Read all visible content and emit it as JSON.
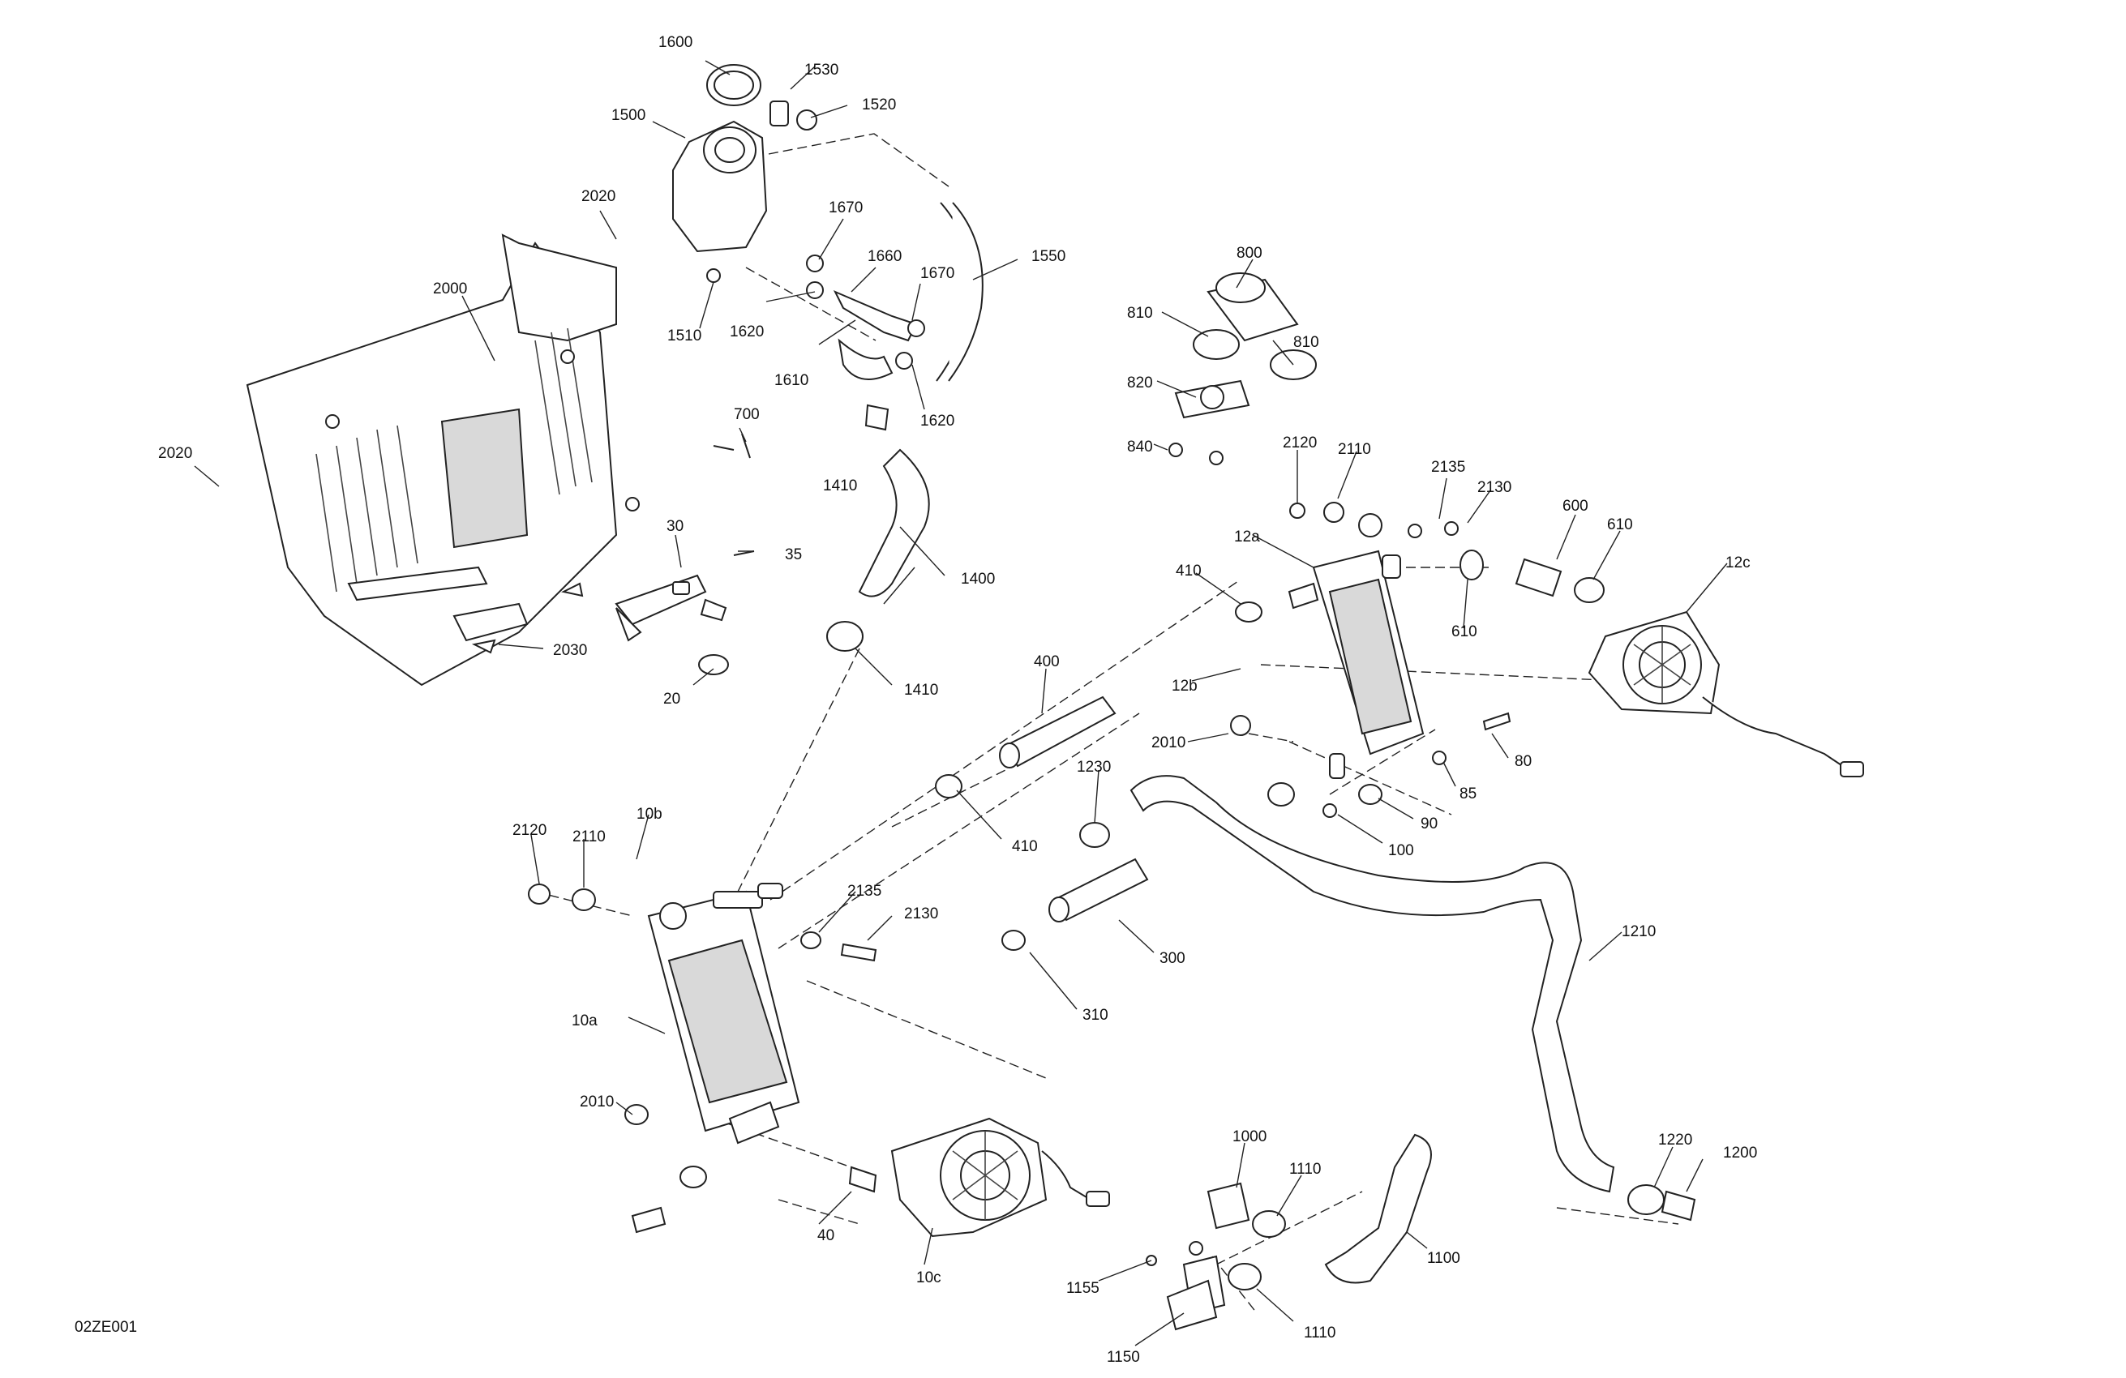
{
  "diagram": {
    "code": "02ZE001",
    "labels": [
      {
        "id": "1600",
        "text": "1600"
      },
      {
        "id": "1530",
        "text": "1530"
      },
      {
        "id": "1520",
        "text": "1520"
      },
      {
        "id": "1500",
        "text": "1500"
      },
      {
        "id": "2020a",
        "text": "2020"
      },
      {
        "id": "1670a",
        "text": "1670"
      },
      {
        "id": "1660",
        "text": "1660"
      },
      {
        "id": "1550",
        "text": "1550"
      },
      {
        "id": "1670b",
        "text": "1670"
      },
      {
        "id": "2000",
        "text": "2000"
      },
      {
        "id": "1510",
        "text": "1510"
      },
      {
        "id": "1620a",
        "text": "1620"
      },
      {
        "id": "800",
        "text": "800"
      },
      {
        "id": "810a",
        "text": "810"
      },
      {
        "id": "810b",
        "text": "810"
      },
      {
        "id": "1610",
        "text": "1610"
      },
      {
        "id": "1620b",
        "text": "1620"
      },
      {
        "id": "820",
        "text": "820"
      },
      {
        "id": "700",
        "text": "700"
      },
      {
        "id": "2020b",
        "text": "2020"
      },
      {
        "id": "840",
        "text": "840"
      },
      {
        "id": "2120a",
        "text": "2120"
      },
      {
        "id": "2110a",
        "text": "2110"
      },
      {
        "id": "1410a",
        "text": "1410"
      },
      {
        "id": "2135a",
        "text": "2135"
      },
      {
        "id": "2130a",
        "text": "2130"
      },
      {
        "id": "30",
        "text": "30"
      },
      {
        "id": "600",
        "text": "600"
      },
      {
        "id": "610a",
        "text": "610"
      },
      {
        "id": "12a",
        "text": "12a"
      },
      {
        "id": "35",
        "text": "35"
      },
      {
        "id": "12c",
        "text": "12c"
      },
      {
        "id": "410a",
        "text": "410"
      },
      {
        "id": "1400",
        "text": "1400"
      },
      {
        "id": "610b",
        "text": "610"
      },
      {
        "id": "2030",
        "text": "2030"
      },
      {
        "id": "400",
        "text": "400"
      },
      {
        "id": "1410b",
        "text": "1410"
      },
      {
        "id": "12b",
        "text": "12b"
      },
      {
        "id": "20",
        "text": "20"
      },
      {
        "id": "2010a",
        "text": "2010"
      },
      {
        "id": "80",
        "text": "80"
      },
      {
        "id": "1230",
        "text": "1230"
      },
      {
        "id": "85",
        "text": "85"
      },
      {
        "id": "10b",
        "text": "10b"
      },
      {
        "id": "2120b",
        "text": "2120"
      },
      {
        "id": "2110b",
        "text": "2110"
      },
      {
        "id": "410b",
        "text": "410"
      },
      {
        "id": "90",
        "text": "90"
      },
      {
        "id": "100",
        "text": "100"
      },
      {
        "id": "2135b",
        "text": "2135"
      },
      {
        "id": "2130b",
        "text": "2130"
      },
      {
        "id": "1210",
        "text": "1210"
      },
      {
        "id": "300",
        "text": "300"
      },
      {
        "id": "10a",
        "text": "10a"
      },
      {
        "id": "310",
        "text": "310"
      },
      {
        "id": "2010b",
        "text": "2010"
      },
      {
        "id": "1000",
        "text": "1000"
      },
      {
        "id": "1110a",
        "text": "1110"
      },
      {
        "id": "1220",
        "text": "1220"
      },
      {
        "id": "1200",
        "text": "1200"
      },
      {
        "id": "40",
        "text": "40"
      },
      {
        "id": "1100",
        "text": "1100"
      },
      {
        "id": "10c",
        "text": "10c"
      },
      {
        "id": "1155",
        "text": "1155"
      },
      {
        "id": "1110b",
        "text": "1110"
      },
      {
        "id": "1150",
        "text": "1150"
      }
    ]
  }
}
